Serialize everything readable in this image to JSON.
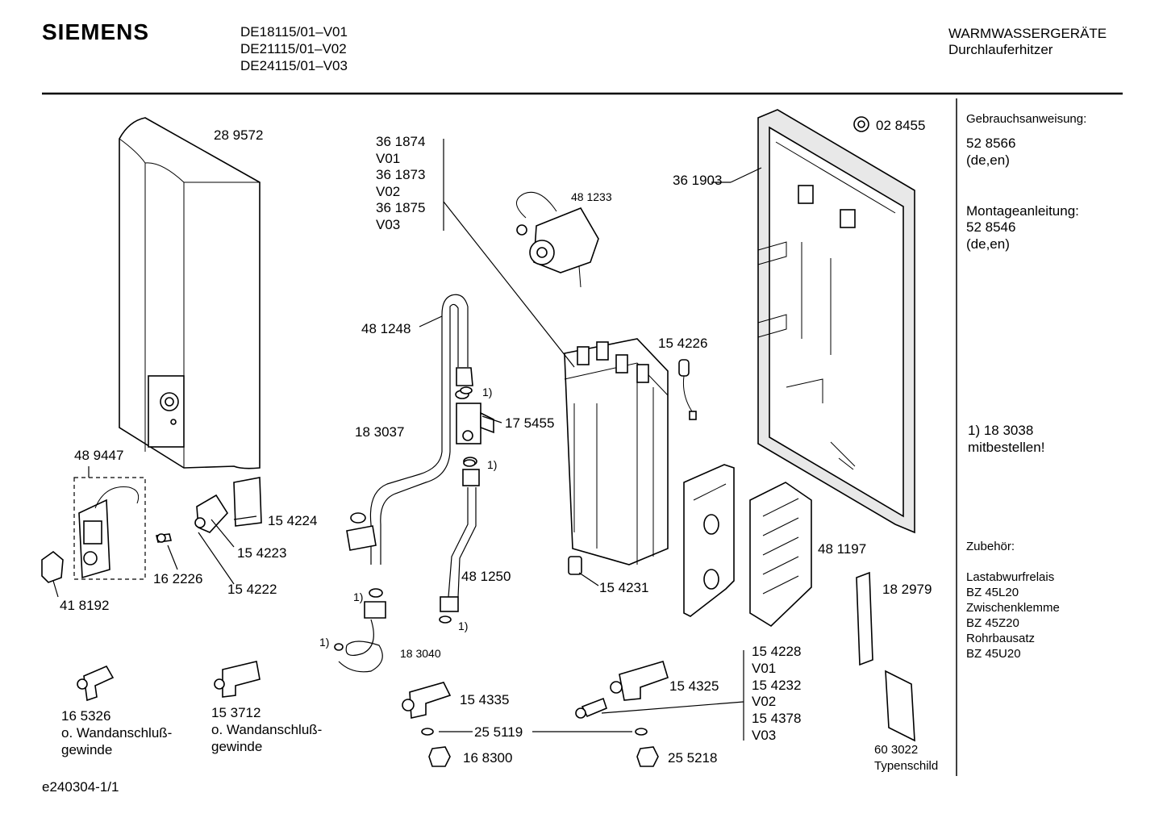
{
  "header": {
    "brand": "SIEMENS",
    "models": [
      "DE18115/01–V01",
      "DE21115/01–V02",
      "DE24115/01–V03"
    ],
    "category": "WARMWASSERGERÄTE",
    "subcategory": "Durchlauferhitzer"
  },
  "side_panel": {
    "manual_label": "Gebrauchsanweisung:",
    "manual_number": "52 8566",
    "manual_lang": "(de,en)",
    "install_label": "Montageanleitung:",
    "install_number": "52 8546",
    "install_lang": "(de,en)",
    "footnote_line1": "1) 18 3038",
    "footnote_line2": "mitbestellen!",
    "accessories_label": "Zubehör:",
    "accessories": [
      "Lastabwurfrelais",
      "BZ 45L20",
      "Zwischenklemme",
      "BZ 45Z20",
      "Rohrbausatz",
      "BZ 45U20"
    ]
  },
  "parts": {
    "p289572": "28 9572",
    "p361874": "36 1874",
    "v01a": "V01",
    "p361873": "36 1873",
    "v02a": "V02",
    "p361875": "36 1875",
    "v03a": "V03",
    "p481233": "48 1233",
    "p028455": "02 8455",
    "p361903": "36 1903",
    "p481248": "48 1248",
    "p154226": "15 4226",
    "fn1": "1)",
    "p175455": "17 5455",
    "p183037": "18 3037",
    "p489447": "48 9447",
    "p154224": "15 4224",
    "p154223": "15 4223",
    "p162226": "16 2226",
    "p154222": "15 4222",
    "p418192": "41 8192",
    "p481250": "48 1250",
    "p154231": "15 4231",
    "p481197": "48 1197",
    "p182979": "18 2979",
    "p183040": "18 3040",
    "p154228": "15 4228",
    "v01b": "V01",
    "p154232": "15 4232",
    "v02b": "V02",
    "p154378": "15 4378",
    "v03b": "V03",
    "p154325": "15 4325",
    "p154335": "15 4335",
    "p255119": "25 5119",
    "p168300": "16 8300",
    "p255218": "25 5218",
    "p165326": "16 5326",
    "wand_a1": "o. Wandanschluß-",
    "wand_a2": "gewinde",
    "p153712": "15 3712",
    "wand_b1": "o. Wandanschluß-",
    "wand_b2": "gewinde",
    "p603022": "60 3022",
    "typenschild": "Typenschild"
  },
  "footer": {
    "drawing_id": "e240304-1/1"
  }
}
